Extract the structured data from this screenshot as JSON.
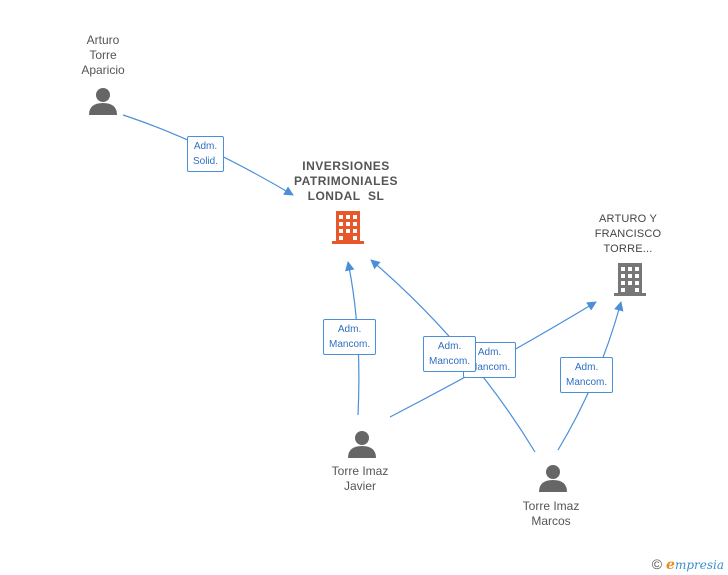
{
  "nodes": {
    "arturo": {
      "label_lines": [
        "Arturo",
        "Torre",
        "Aparicio"
      ],
      "icon": "person-icon"
    },
    "inversiones": {
      "label_lines": [
        "INVERSIONES",
        "PATRIMONIALES",
        "LONDAL  SL"
      ],
      "icon": "building-icon",
      "color": "#e8572a"
    },
    "arturo_francisco": {
      "label_lines": [
        "ARTURO Y",
        "FRANCISCO",
        "TORRE..."
      ],
      "icon": "building-icon",
      "color": "#777777"
    },
    "javier": {
      "label_lines": [
        "Torre Imaz",
        "Javier"
      ],
      "icon": "person-icon"
    },
    "marcos": {
      "label_lines": [
        "Torre Imaz",
        "Marcos"
      ],
      "icon": "person-icon"
    }
  },
  "edges": [
    {
      "from": "arturo",
      "to": "inversiones",
      "label_lines": [
        "Adm.",
        "Solid."
      ]
    },
    {
      "from": "javier",
      "to": "inversiones",
      "label_lines": [
        "Adm.",
        "Mancom."
      ]
    },
    {
      "from": "javier",
      "to": "arturo_francisco",
      "label_lines": [
        "Adm.",
        "Mancom."
      ]
    },
    {
      "from": "marcos",
      "to": "inversiones",
      "label_lines": [
        "Adm.",
        "Mancom."
      ]
    },
    {
      "from": "marcos",
      "to": "arturo_francisco",
      "label_lines": [
        "Adm.",
        "Mancom."
      ]
    }
  ],
  "colors": {
    "edge": "#4a8fd8",
    "person": "#666666"
  },
  "footer": {
    "copyright": "©",
    "brand_initial": "e",
    "brand_rest": "mpresia"
  }
}
